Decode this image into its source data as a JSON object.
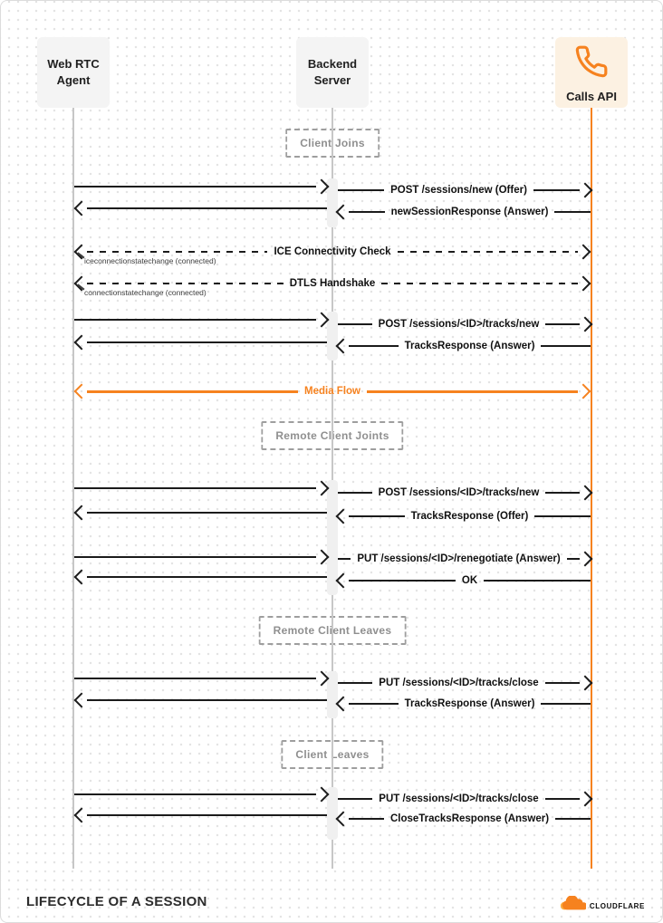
{
  "page": {
    "title": "LIFECYCLE OF A SESSION",
    "brand": "CLOUDFLARE"
  },
  "colors": {
    "accent_orange": "#F6821F",
    "calls_box_bg": "#FCF1E2",
    "actor_box_bg": "#F4F4F4",
    "line_black": "#1B1B1B",
    "lifeline_gray": "#C7C7C7"
  },
  "actors": {
    "webrtc": {
      "label": "Web RTC Agent"
    },
    "backend": {
      "label": "Backend Server"
    },
    "calls": {
      "label": "Calls API",
      "icon": "phone-icon"
    }
  },
  "steps": {
    "client_joins": "Client Joins",
    "remote_client_joins": "Remote Client Joints",
    "remote_client_leaves": "Remote Client Leaves",
    "client_leaves": "Client Leaves"
  },
  "messages": {
    "post_sessions_new": "POST /sessions/new (Offer)",
    "new_session_response": "newSessionResponse (Answer)",
    "ice_check": "ICE Connectivity Check",
    "ice_note": "iceconnectionstatechange (connected)",
    "dtls_handshake": "DTLS Handshake",
    "dtls_note": "connectionstatechange (connected)",
    "post_tracks_new": "POST /sessions/<ID>/tracks/new",
    "tracks_response_answer": "TracksResponse (Answer)",
    "media_flow": "Media Flow",
    "tracks_response_offer": "TracksResponse (Offer)",
    "put_renegotiate": "PUT /sessions/<ID>/renegotiate (Answer)",
    "ok": "OK",
    "put_tracks_close": "PUT /sessions/<ID>/tracks/close",
    "close_tracks_response": "CloseTracksResponse (Answer)"
  }
}
